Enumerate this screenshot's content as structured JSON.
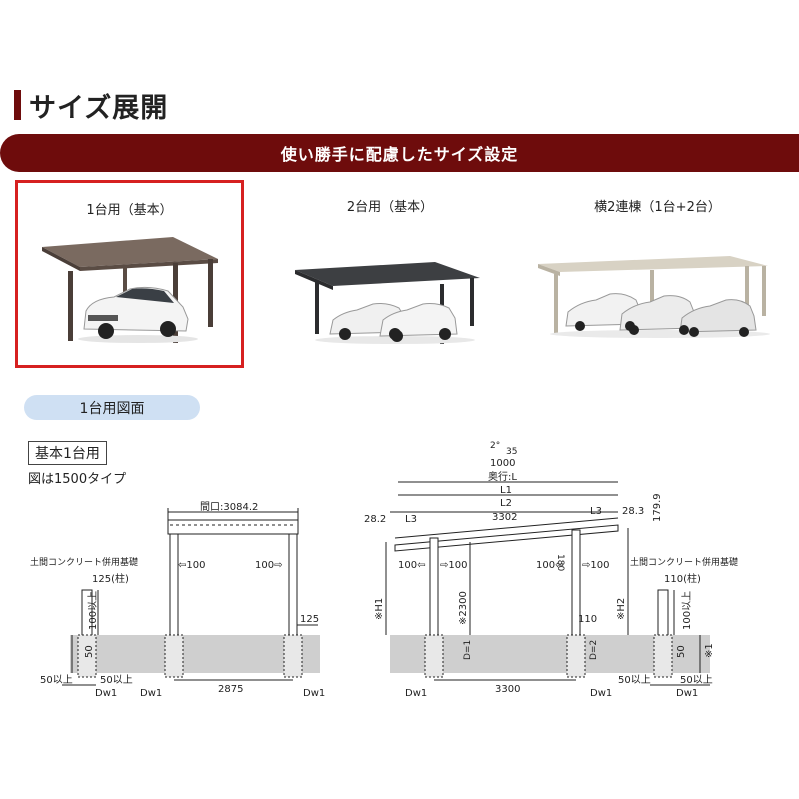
{
  "header": {
    "title": "サイズ展開"
  },
  "banner": {
    "text": "使い勝手に配慮したサイズ設定"
  },
  "options": [
    {
      "label": "1台用（基本）",
      "selected": true
    },
    {
      "label": "2台用（基本）",
      "selected": false
    },
    {
      "label": "横2連棟（1台+2台）",
      "selected": false
    }
  ],
  "section_pill": {
    "text": "1台用図面"
  },
  "drawing": {
    "box_label": "基本1台用",
    "note": "図は1500タイプ",
    "front": {
      "opening": "間口:3084.2",
      "arrow_left": "⇦100",
      "arrow_right": "100⇨",
      "post_125": "125",
      "span": "2875",
      "foundation_label": "土間コンクリート併用基礎",
      "pillar": "125(柱)",
      "depth_100": "100以上",
      "d50": "50",
      "left_50": "50以上",
      "right_50": "50以上",
      "dw1a": "Dw1",
      "dw1b": "Dw1",
      "dw1c": "Dw1"
    },
    "side": {
      "angle_top": "2°",
      "angle_35": "35",
      "v1000": "1000",
      "depth": "奥行:L",
      "l1": "L1",
      "l2": "L2",
      "l3a": "L3",
      "l3b": "L3",
      "d3302": "3302",
      "left_28": "28.2",
      "right_28": "28.3",
      "h179": "179.9",
      "v180": "180",
      "h1": "※H1",
      "h2": "※H2",
      "h2300": "※2300",
      "a100l": "100⇦",
      "a100l2": "⇨100",
      "a100r": "100⇦",
      "a100r2": "⇨100",
      "v110": "110",
      "d1": "D=1",
      "d2": "D=2",
      "span": "3300",
      "dw1a": "Dw1",
      "dw1b": "Dw1",
      "foundation_label": "土間コンクリート併用基礎",
      "pillar": "110(柱)",
      "depth_100": "100以上",
      "d50": "50",
      "star1": "※1",
      "left_50": "50以上",
      "right_50": "50以上",
      "dw1c": "Dw1"
    }
  },
  "colors": {
    "brand": "#6e0c0c",
    "highlight": "#d62020",
    "pill": "#cfe0f3"
  }
}
